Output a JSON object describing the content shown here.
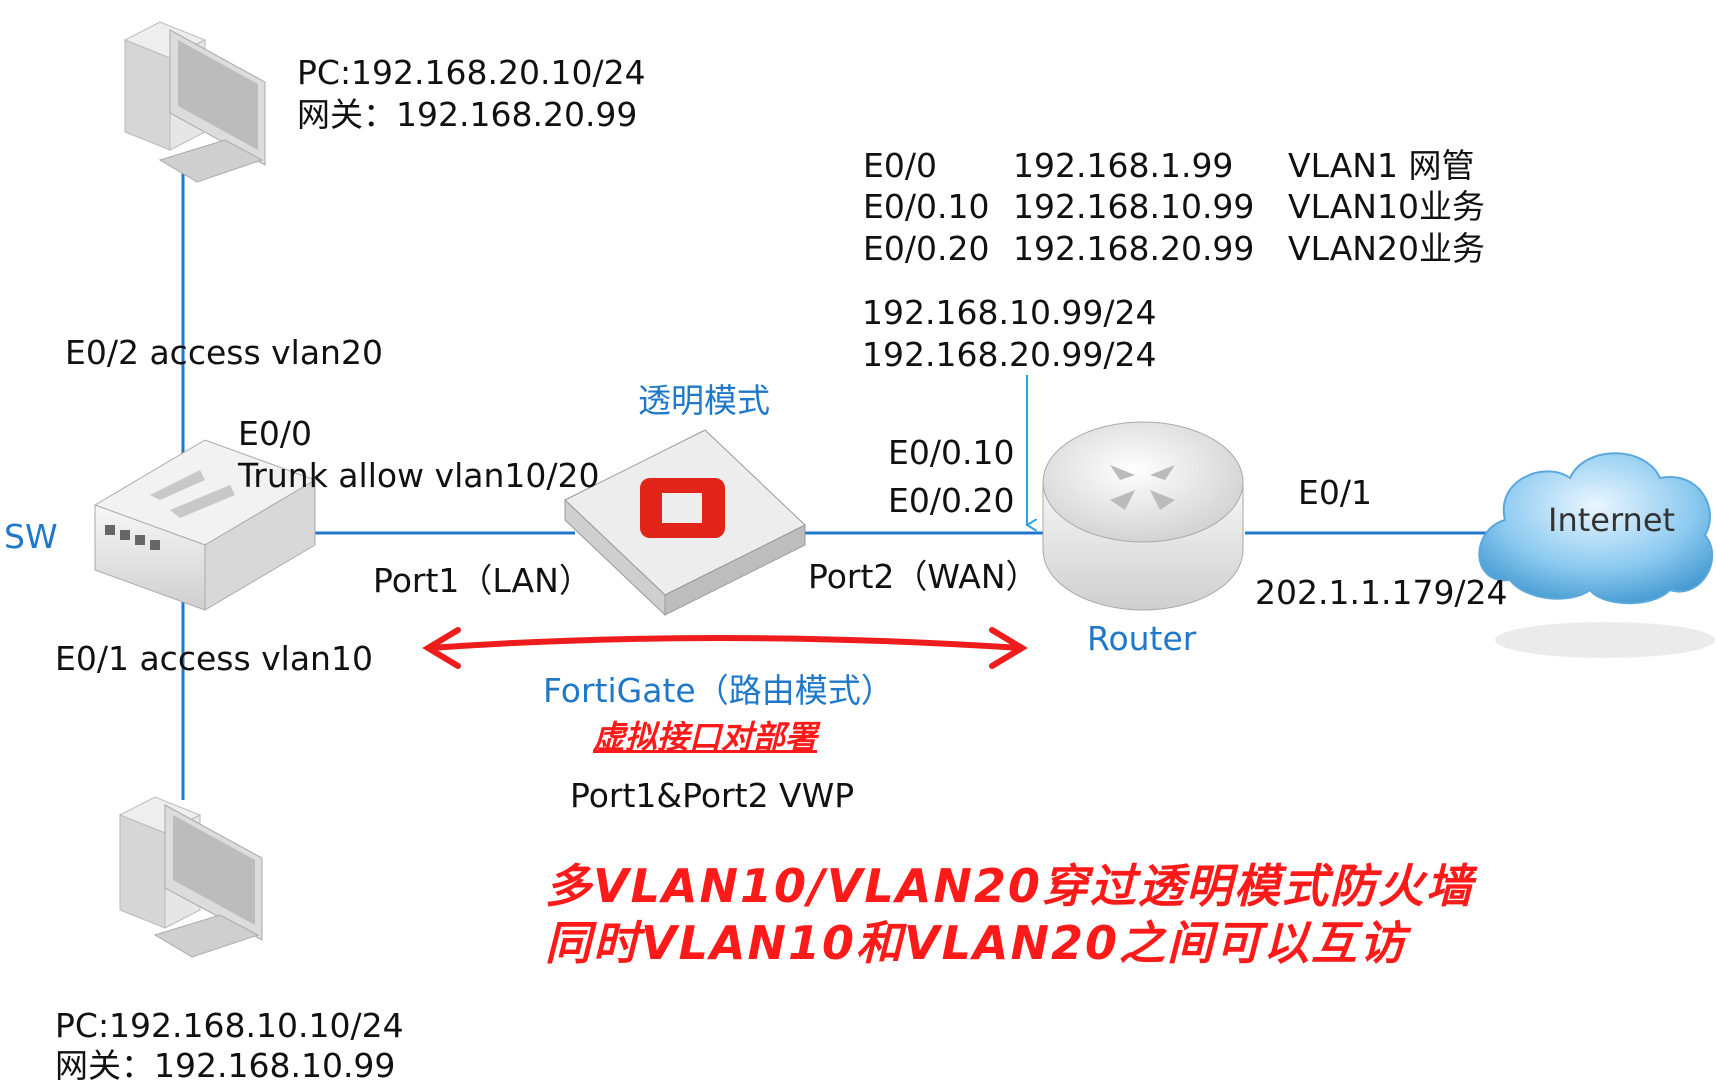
{
  "pc_top": {
    "ip": "PC:192.168.20.10/24",
    "gateway": "网关：192.168.20.99"
  },
  "pc_bottom": {
    "ip": "PC:192.168.10.10/24",
    "gateway": "网关：192.168.10.99"
  },
  "switch": {
    "label": "SW",
    "e0_2": "E0/2 access vlan20",
    "e0_1": "E0/1 access vlan10",
    "e0_0": "E0/0",
    "trunk": "Trunk allow vlan10/20"
  },
  "firewall": {
    "mode": "透明模式",
    "port1": "Port1（LAN）",
    "port2": "Port2（WAN）"
  },
  "router": {
    "label": "Router",
    "subif_table": [
      {
        "if": "E0/0",
        "ip": "192.168.1.99",
        "desc": "VLAN1 网管"
      },
      {
        "if": "E0/0.10",
        "ip": "192.168.10.99",
        "desc": "VLAN10业务"
      },
      {
        "if": "E0/0.20",
        "ip": "192.168.20.99",
        "desc": "VLAN20业务"
      }
    ],
    "ip1": "192.168.10.99/24",
    "ip2": "192.168.20.99/24",
    "sub1": "E0/0.10",
    "sub2": "E0/0.20",
    "e0_1": "E0/1",
    "wan_ip": "202.1.1.179/24"
  },
  "cloud": {
    "label": "Internet"
  },
  "fortigate": {
    "label": "FortiGate（路由模式）",
    "deploy": "虚拟接口对部署",
    "vwp": "Port1&Port2 VWP"
  },
  "headline": {
    "line1": "多VLAN10/VLAN20穿过透明模式防火墙",
    "line2": "同时VLAN10和VLAN20之间可以互访"
  },
  "colors": {
    "link": "#1f78c8",
    "arrow": "#ee1c1c",
    "accent_text": "#1f78c8",
    "headline": "#ff1a1a"
  }
}
